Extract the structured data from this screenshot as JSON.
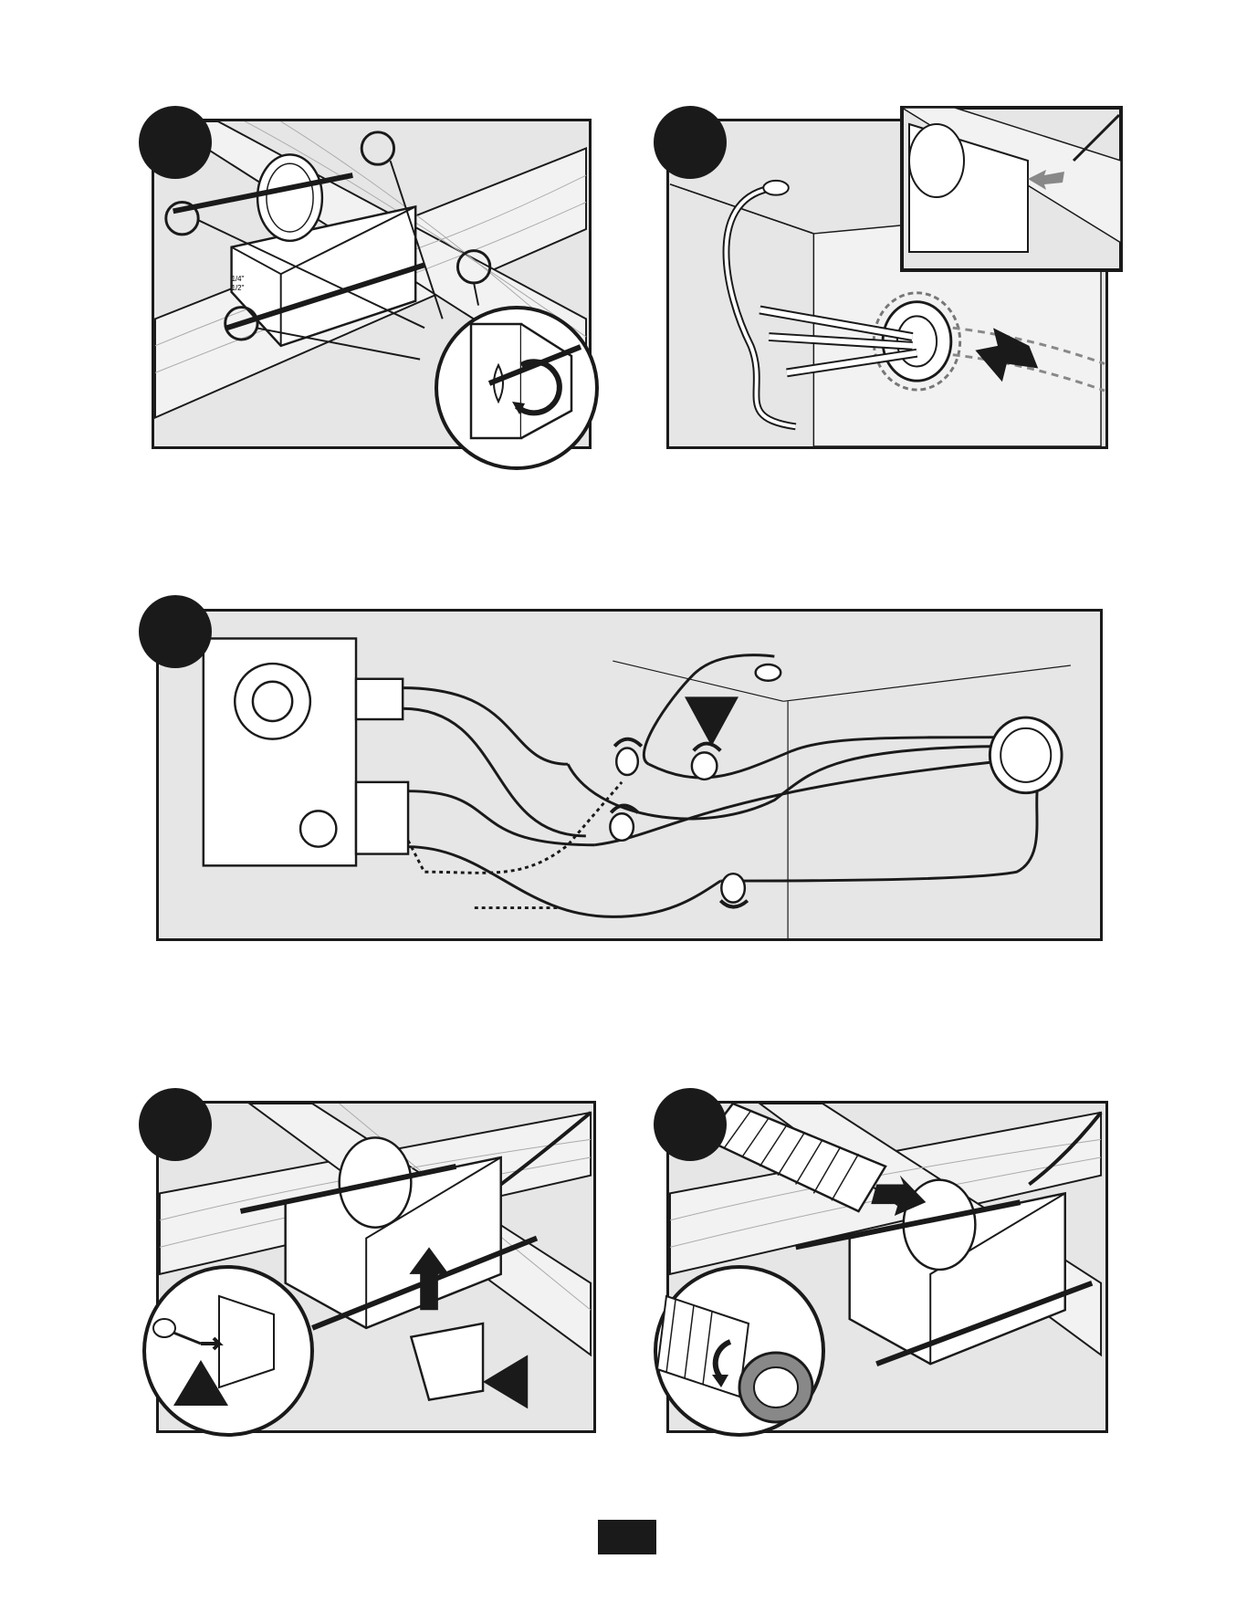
{
  "document": {
    "type": "installation-manual-illustration-page",
    "steps": [
      {
        "id": 1,
        "illustration": "mount-housing-to-joists"
      },
      {
        "id": 2,
        "illustration": "route-cable-through-connector"
      },
      {
        "id": 3,
        "illustration": "wiring-connections"
      },
      {
        "id": 4,
        "illustration": "attach-wiring-box"
      },
      {
        "id": 5,
        "illustration": "attach-duct"
      }
    ],
    "housing_labels": {
      "mark_a": "1/4\"",
      "mark_b": "1/2\""
    }
  },
  "colors": {
    "panel_bg": "#e6e6e6",
    "ink": "#1a1a1a",
    "wood": "#f2f2f2",
    "housing": "#ffffff"
  }
}
